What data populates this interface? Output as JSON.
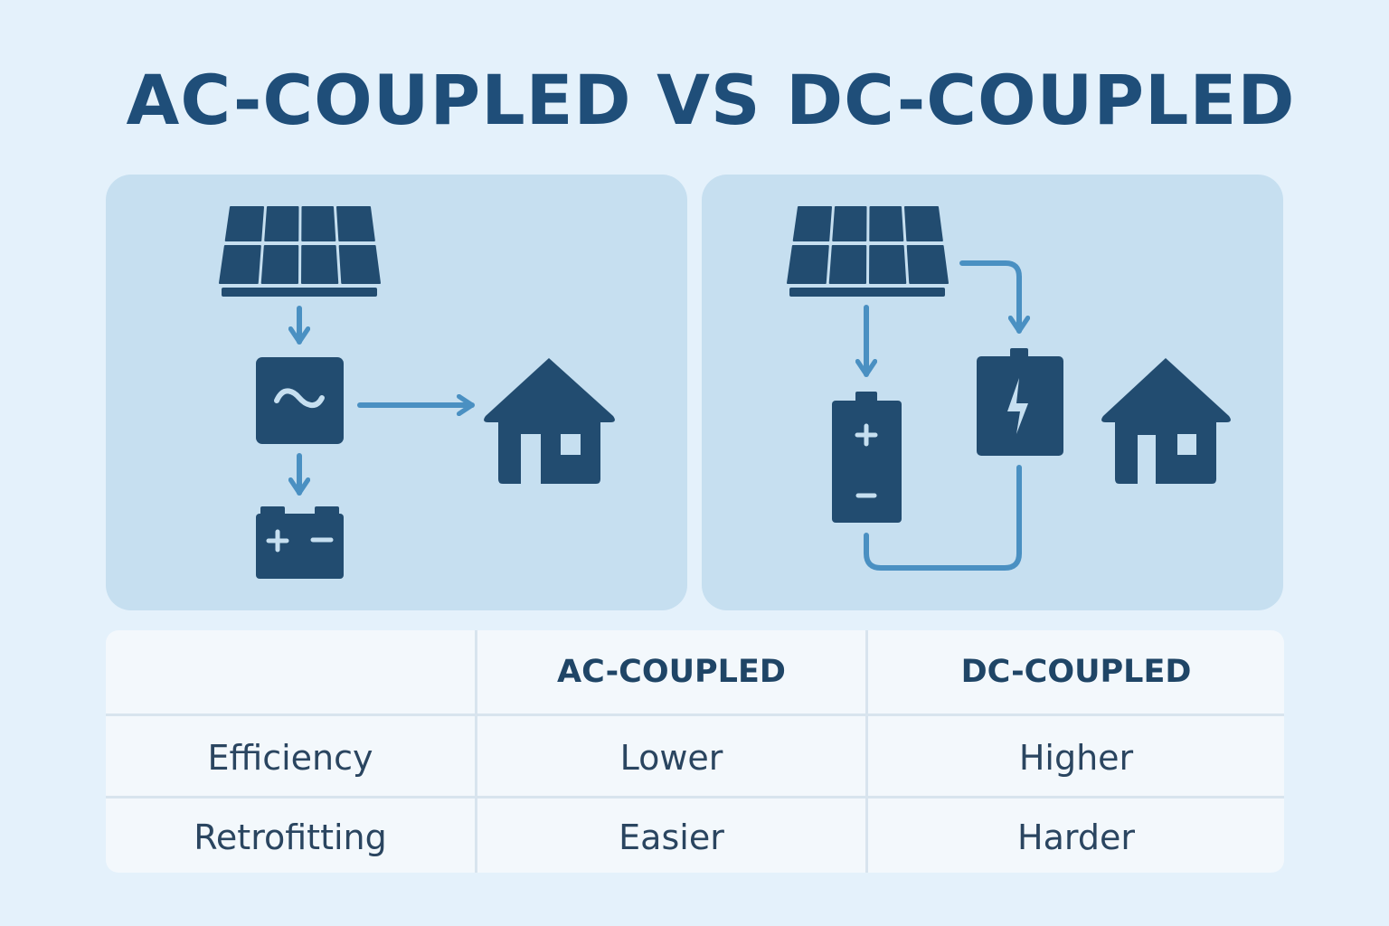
{
  "title": "AC-COUPLED VS DC-COUPLED",
  "colors": {
    "background": "#e4f1fb",
    "panel": "#c6dff0",
    "icon": "#224c70",
    "arrow": "#4a90c2",
    "title": "#1f4e79"
  },
  "diagrams": {
    "ac_coupled": {
      "icons": [
        "solar-panel-icon",
        "inverter-icon",
        "house-icon",
        "battery-icon"
      ]
    },
    "dc_coupled": {
      "icons": [
        "solar-panel-icon",
        "battery-icon",
        "hybrid-inverter-icon",
        "house-icon"
      ]
    }
  },
  "table": {
    "headers": [
      "",
      "AC-COUPLED",
      "DC-COUPLED"
    ],
    "rows": [
      [
        "Efficiency",
        "Lower",
        "Higher"
      ],
      [
        "Retrofitting",
        "Easier",
        "Harder"
      ]
    ]
  }
}
